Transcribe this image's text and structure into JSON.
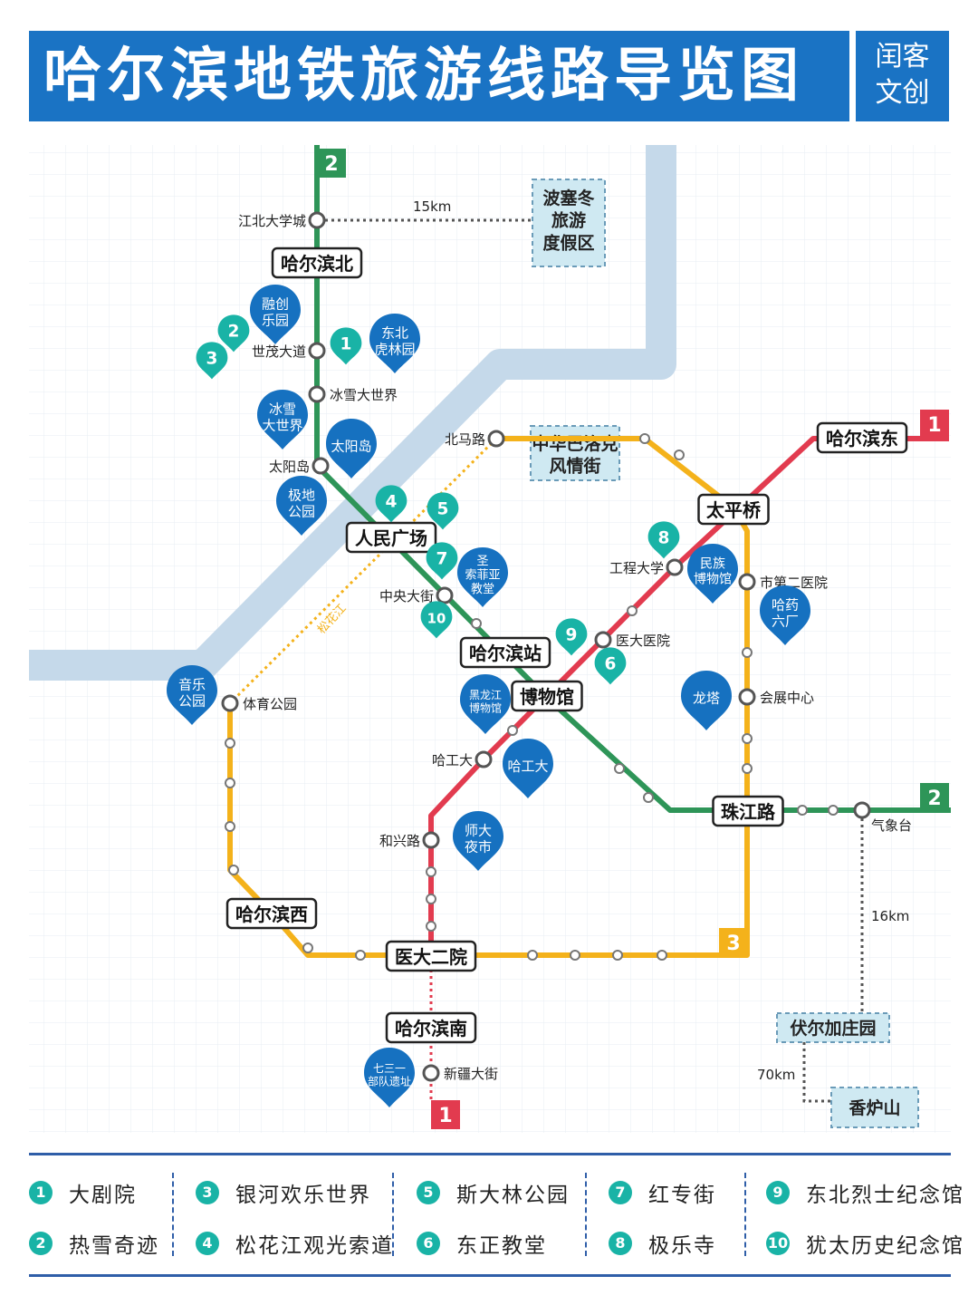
{
  "header": {
    "title": "哈尔滨地铁旅游线路导览图",
    "brand_top": "闰客",
    "brand_bottom": "文创"
  },
  "colors": {
    "blue": "#1a73c4",
    "line1": "#e23b4f",
    "line2": "#2e9558",
    "line3": "#f4b21b",
    "river": "#c5d9ea",
    "pin": "#1671c0",
    "teal": "#19b3a6"
  },
  "line_badges": {
    "line2_top": "2",
    "line1_right": "1",
    "line2_right": "2",
    "line3": "3",
    "line1_bottom": "1"
  },
  "stations": {
    "jiangbei_daxuecheng": "江北大学城",
    "harbin_bei": "哈尔滨北",
    "shimao_dadao": "世茂大道",
    "bingxue_dashijie": "冰雪大世界",
    "taiyangdao": "太阳岛",
    "renmin_guangchang": "人民广场",
    "zhongyang_dajie": "中央大街",
    "harbin_zhan": "哈尔滨站",
    "bowuguan": "博物馆",
    "beimalu": "北马路",
    "taipingqiao": "太平桥",
    "harbin_dong": "哈尔滨东",
    "gongcheng_daxue": "工程大学",
    "shi_dier_yiyuan": "市第二医院",
    "yida_yiyuan": "医大医院",
    "huizhan_zhongxin": "会展中心",
    "hagongda": "哈工大",
    "hexinglu": "和兴路",
    "zhujianglu": "珠江路",
    "qixiangtai": "气象台",
    "tiyu_gongyuan": "体育公园",
    "harbin_xi": "哈尔滨西",
    "yida_eryuan": "医大二院",
    "harbin_nan": "哈尔滨南",
    "xinjiang_dajie": "新疆大街"
  },
  "scenic_boxes": {
    "bosaidong": "波塞冬\n旅游\n度假区",
    "zhonghua_baluoke": "中华巴洛克\n风情街",
    "fuerjia": "伏尔加庄园",
    "xianglushan": "香炉山"
  },
  "distances": {
    "d15": "15km",
    "d16": "16km",
    "d70": "70km"
  },
  "river_label": "松花江",
  "pins": {
    "rongchuang": "融创\n乐园",
    "dongbei_hulin": "东北\n虎林园",
    "bingxue": "冰雪\n大世界",
    "taiyangdao_pin": "太阳岛",
    "jidi": "极地\n公园",
    "sheng_suofeiya": "圣\n索菲亚\n教堂",
    "minzu_bowuguan": "民族\n博物馆",
    "hayao": "哈药\n六厂",
    "yinyue": "音乐\n公园",
    "heilongjiang_bwg": "黑龙江\n博物馆",
    "longta": "龙塔",
    "hagongda_pin": "哈工大",
    "shida": "师大\n夜市",
    "qisanyi": "七三一\n部队遗址"
  },
  "legend": [
    {
      "num": "1",
      "label": "大剧院"
    },
    {
      "num": "2",
      "label": "热雪奇迹"
    },
    {
      "num": "3",
      "label": "银河欢乐世界"
    },
    {
      "num": "4",
      "label": "松花江观光索道"
    },
    {
      "num": "5",
      "label": "斯大林公园"
    },
    {
      "num": "6",
      "label": "东正教堂"
    },
    {
      "num": "7",
      "label": "红专街"
    },
    {
      "num": "8",
      "label": "极乐寺"
    },
    {
      "num": "9",
      "label": "东北烈士纪念馆"
    },
    {
      "num": "10",
      "label": "犹太历史纪念馆"
    }
  ]
}
